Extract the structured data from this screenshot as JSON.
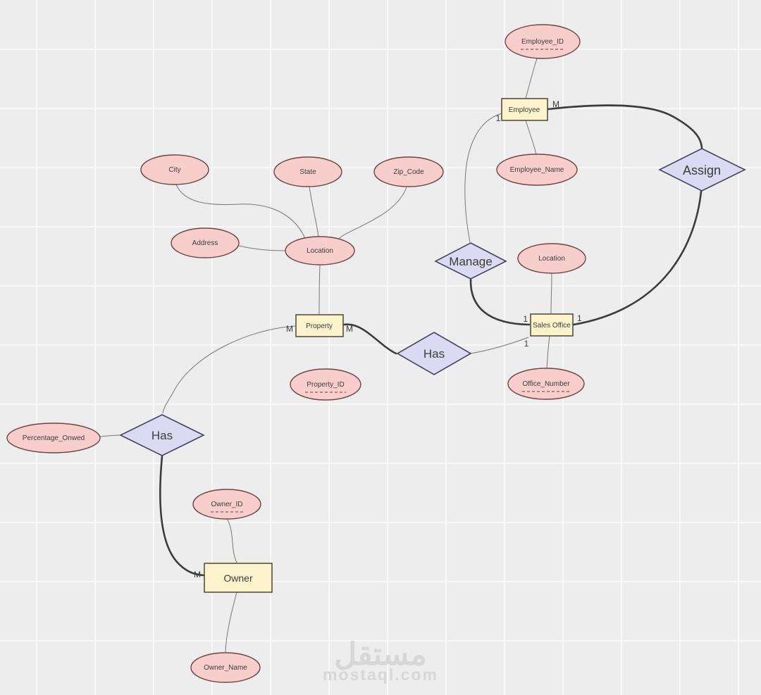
{
  "diagram": {
    "entities": [
      {
        "id": "employee",
        "label": "Employee"
      },
      {
        "id": "sales-office",
        "label": "Sales Office"
      },
      {
        "id": "property",
        "label": "Property"
      },
      {
        "id": "owner",
        "label": "Owner"
      }
    ],
    "relationships": [
      {
        "id": "assign",
        "label": "Assign"
      },
      {
        "id": "manage",
        "label": "Manage"
      },
      {
        "id": "has-office-property",
        "label": "Has"
      },
      {
        "id": "has-owner-property",
        "label": "Has"
      }
    ],
    "attributes": [
      {
        "id": "employee-id",
        "label": "Employee_ID",
        "key": true
      },
      {
        "id": "employee-name",
        "label": "Employee_Name",
        "key": false
      },
      {
        "id": "city",
        "label": "City",
        "key": false
      },
      {
        "id": "state",
        "label": "State",
        "key": false
      },
      {
        "id": "zip-code",
        "label": "Zip_Code",
        "key": false
      },
      {
        "id": "address",
        "label": "Address",
        "key": false
      },
      {
        "id": "location-property",
        "label": "Location",
        "key": false
      },
      {
        "id": "location-office",
        "label": "Location",
        "key": false
      },
      {
        "id": "office-number",
        "label": "Office_Number",
        "key": true
      },
      {
        "id": "property-id",
        "label": "Property_ID",
        "key": true
      },
      {
        "id": "percentage-onwed",
        "label": "Percentage_Onwed",
        "key": false
      },
      {
        "id": "owner-id",
        "label": "Owner_ID",
        "key": true
      },
      {
        "id": "owner-name",
        "label": "Owner_Name",
        "key": false
      }
    ],
    "cardinalities": [
      {
        "edge": "employee-assign",
        "label": "M"
      },
      {
        "edge": "employee-manage",
        "label": "1"
      },
      {
        "edge": "sales-office-manage",
        "label": "1"
      },
      {
        "edge": "sales-office-assign",
        "label": "1"
      },
      {
        "edge": "sales-office-has",
        "label": "1"
      },
      {
        "edge": "property-has-owner",
        "label": "M"
      },
      {
        "edge": "property-has-office",
        "label": "M"
      },
      {
        "edge": "owner-has",
        "label": "M"
      }
    ]
  },
  "watermark": {
    "arabic": "مستقل",
    "latin": "mostaql.com"
  },
  "colors": {
    "attribute_fill": "#f8cecc",
    "attribute_stroke": "#6e4544",
    "entity_fill": "#fcf3cd",
    "entity_stroke": "#55523e",
    "relationship_fill": "#dcd9f3",
    "relationship_stroke": "#45445f",
    "edge_thin": "#777777",
    "edge_thick": "#3c3c3c",
    "canvas_background": "#ededed",
    "grid_line": "#f8f8f8",
    "text": "#3c3c3c"
  }
}
